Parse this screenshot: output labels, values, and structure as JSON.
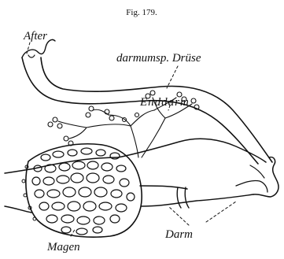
{
  "figure": {
    "caption": "Fig. 179.",
    "labels": {
      "after": "After",
      "druese": "darmumsp. Drüse",
      "enddarm": "Enddarm",
      "darm": "Darm",
      "magen": "Magen"
    }
  }
}
